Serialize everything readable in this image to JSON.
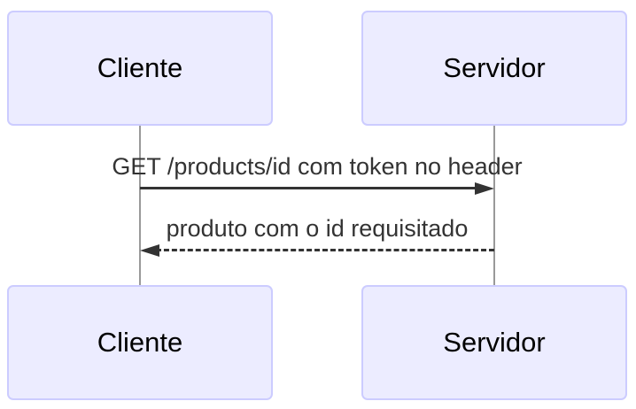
{
  "diagram": {
    "type": "sequence-diagram",
    "background": "#FFFFFF",
    "colors": {
      "actor_fill": "#ECECFF",
      "actor_border": "#CCCCFF",
      "actor_text": "#000000",
      "lifeline": "#999999",
      "message": "#333333"
    },
    "actors": [
      {
        "id": "cliente",
        "label": "Cliente"
      },
      {
        "id": "servidor",
        "label": "Servidor"
      }
    ],
    "messages": [
      {
        "from": "cliente",
        "to": "servidor",
        "label": "GET /products/id com token no header",
        "line": "solid",
        "direction": "right"
      },
      {
        "from": "servidor",
        "to": "cliente",
        "label": "produto com o id requisitado",
        "line": "dashed",
        "direction": "left"
      }
    ]
  }
}
